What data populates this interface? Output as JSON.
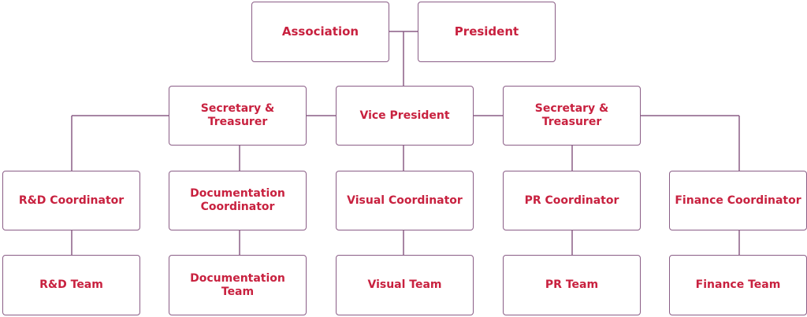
{
  "colors": {
    "border": "#8a5d86",
    "text": "#c8213f",
    "background": "#ffffff"
  },
  "nodes": {
    "association": "Association",
    "president": "President",
    "secretary_treasurer_left": "Secretary & Treasurer",
    "vice_president": "Vice President",
    "secretary_treasurer_right": "Secretary & Treasurer",
    "rd_coordinator": "R&D Coordinator",
    "documentation_coordinator": "Documentation Coordinator",
    "visual_coordinator": "Visual Coordinator",
    "pr_coordinator": "PR Coordinator",
    "finance_coordinator": "Finance Coordinator",
    "rd_team": "R&D Team",
    "documentation_team": "Documentation Team",
    "visual_team": "Visual Team",
    "pr_team": "PR Team",
    "finance_team": "Finance Team"
  }
}
